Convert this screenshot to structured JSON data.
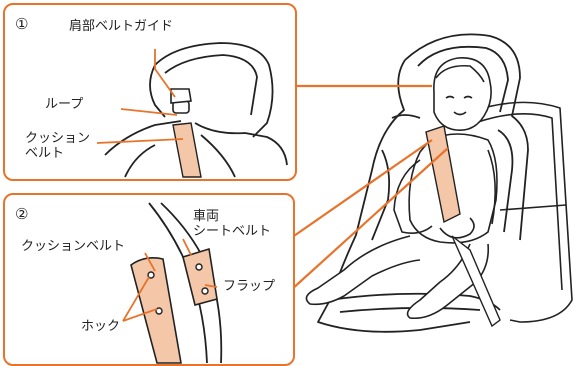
{
  "panel1": {
    "number": "①",
    "labels": {
      "shoulder_guide": "肩部ベルトガイド",
      "loop": "ループ",
      "cushion_belt": "クッション\nベルト"
    }
  },
  "panel2": {
    "number": "②",
    "labels": {
      "cushion_belt": "クッションベルト",
      "vehicle_seatbelt": "車両\nシートベルト",
      "flap": "フラップ",
      "hook": "ホック"
    }
  },
  "colors": {
    "accent": "#e8732a",
    "belt_fill": "#f4c7a8",
    "line": "#222222"
  }
}
